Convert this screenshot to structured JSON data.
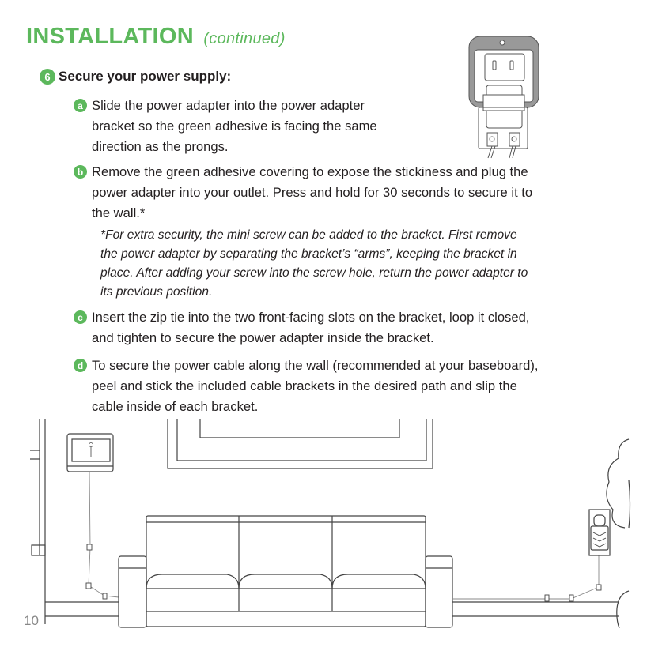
{
  "title": {
    "main": "INSTALLATION",
    "suffix": "(continued)"
  },
  "step": {
    "number": "6",
    "label": "Secure your power supply:"
  },
  "substeps": [
    {
      "letter": "a",
      "lines": [
        "Slide the power adapter into the power adapter",
        "bracket so the green adhesive is facing the same",
        "direction as the prongs."
      ]
    },
    {
      "letter": "b",
      "lines": [
        "Remove the green adhesive covering to expose the stickiness and plug the",
        "power adapter into your outlet. Press and hold for 30 seconds to secure it to",
        "the wall.*"
      ]
    },
    {
      "letter": "c",
      "lines": [
        "Insert the zip tie into the two front-facing slots on the bracket, loop it closed,",
        "and tighten to secure the power adapter inside the bracket."
      ]
    },
    {
      "letter": "d",
      "lines": [
        "To secure the power cable along the wall (recommended at your baseboard),",
        "peel and stick the included cable brackets in the desired path and slip the",
        "cable inside of each bracket."
      ]
    }
  ],
  "note": [
    "*For extra security, the mini screw can be added to the bracket. First remove",
    "the power adapter by separating the bracket’s “arms”, keeping the bracket in",
    "place. After adding your screw into the screw hole, return the power adapter to",
    "its previous position."
  ],
  "page_number": "10",
  "colors": {
    "accent": "#5cb85c",
    "text": "#231f20"
  }
}
